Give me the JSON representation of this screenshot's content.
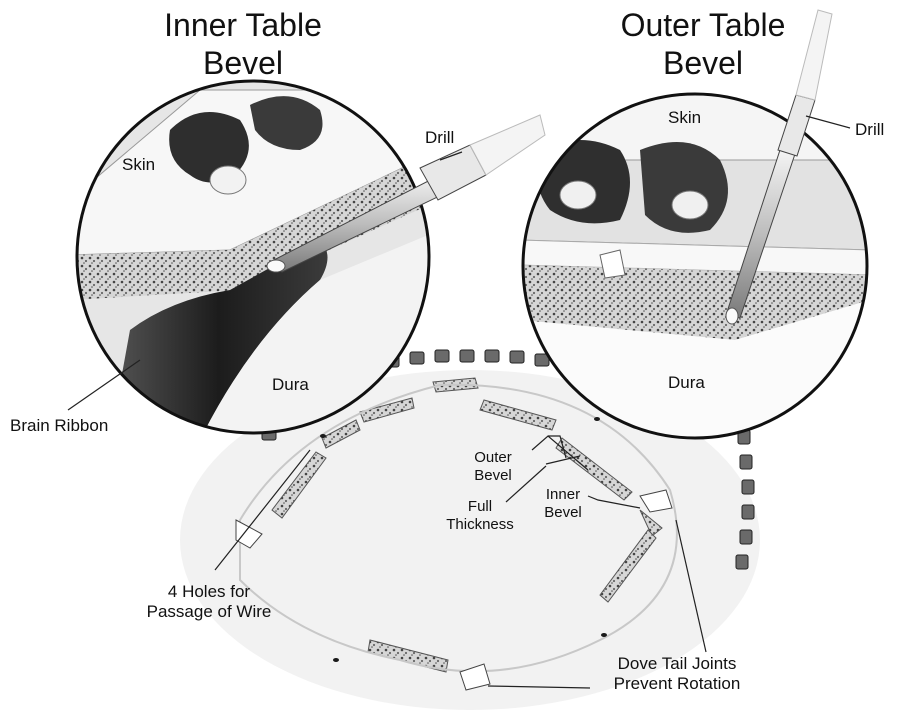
{
  "titles": {
    "inner": "Inner Table\nBevel",
    "outer": "Outer Table\nBevel"
  },
  "inner_view": {
    "drill": "Drill",
    "skin": "Skin",
    "dura": "Dura",
    "brain_ribbon": "Brain Ribbon"
  },
  "outer_view": {
    "drill": "Drill",
    "skin": "Skin",
    "dura": "Dura"
  },
  "flap": {
    "outer_bevel": "Outer\nBevel",
    "full_thickness": "Full\nThickness",
    "inner_bevel": "Inner\nBevel",
    "holes": "4 Holes for\nPassage of Wire",
    "dovetail": "Dove Tail Joints\nPrevent Rotation"
  },
  "colors": {
    "ink": "#111111",
    "bone": "#b9b9b9",
    "skin_dark": "#3a3a3a",
    "dura": "#f0f0f0"
  }
}
